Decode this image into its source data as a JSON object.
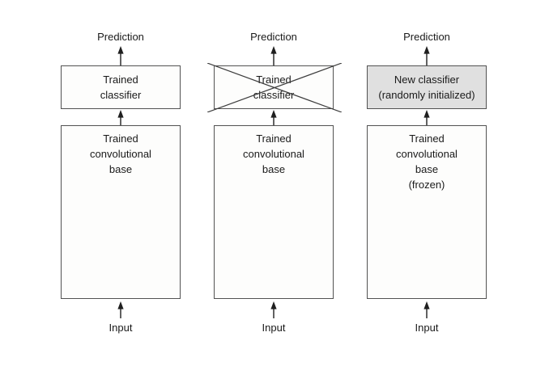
{
  "figure": {
    "background": "#ffffff",
    "box_border_color": "#525252",
    "box_fill": "#fdfdfc",
    "highlight_fill": "#e0e0e0",
    "arrow_color": "#1f1f1f",
    "text_color": "#1a1a1a"
  },
  "columns": [
    {
      "id": "trained-classifier",
      "prediction_label": "Prediction",
      "classifier": {
        "lines": [
          "Trained",
          "classifier"
        ],
        "crossed_out": false,
        "highlighted": false
      },
      "base": {
        "lines": [
          "Trained",
          "convolutional",
          "base"
        ]
      },
      "input_label": "Input"
    },
    {
      "id": "removed-classifier",
      "prediction_label": "Prediction",
      "classifier": {
        "lines": [
          "Trained",
          "classifier"
        ],
        "crossed_out": true,
        "highlighted": false
      },
      "base": {
        "lines": [
          "Trained",
          "convolutional",
          "base"
        ]
      },
      "input_label": "Input"
    },
    {
      "id": "new-classifier",
      "prediction_label": "Prediction",
      "classifier": {
        "lines": [
          "New classifier",
          "(randomly initialized)"
        ],
        "crossed_out": false,
        "highlighted": true
      },
      "base": {
        "lines": [
          "Trained",
          "convolutional",
          "base",
          "(frozen)"
        ]
      },
      "input_label": "Input"
    }
  ]
}
